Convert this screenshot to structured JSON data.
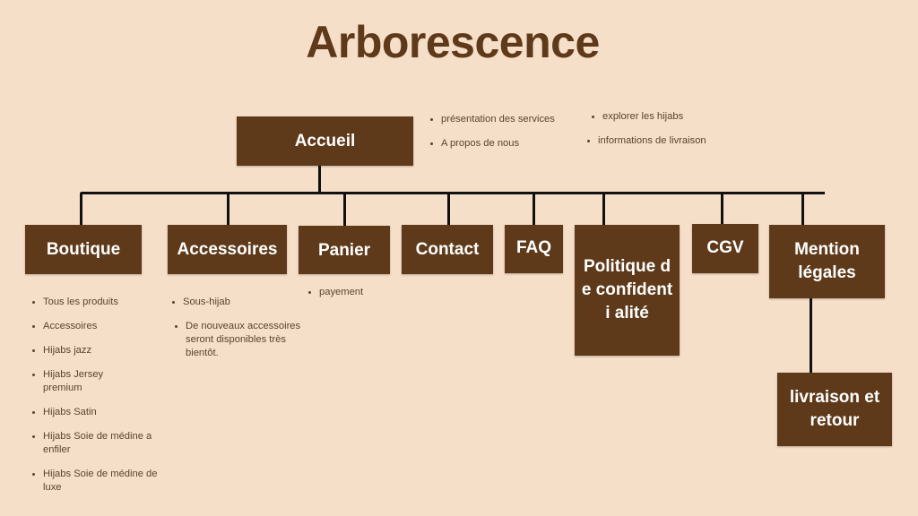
{
  "title": "Arborescence",
  "root": {
    "label": "Accueil",
    "notes_left": [
      "présentation des services",
      "A propos de nous"
    ],
    "notes_right": [
      "explorer les hijabs",
      "informations de livraison"
    ]
  },
  "pages": [
    {
      "id": "boutique",
      "label": "Boutique",
      "notes": [
        "Tous les produits",
        "Accessoires",
        "Hijabs jazz",
        "Hijabs Jersey premium",
        "Hijabs Satin",
        "Hijabs Soie de médine a enfiler",
        "Hijabs Soie de médine de luxe"
      ]
    },
    {
      "id": "accessoires",
      "label": "Accessoires",
      "notes": [
        "Sous-hijab",
        "De nouveaux accessoires seront disponibles très bientôt."
      ]
    },
    {
      "id": "panier",
      "label": "Panier",
      "notes": [
        "payement"
      ]
    },
    {
      "id": "contact",
      "label": "Contact",
      "notes": []
    },
    {
      "id": "faq",
      "label": "FAQ",
      "notes": []
    },
    {
      "id": "politique",
      "label": "Politique de confidenti alité",
      "notes": []
    },
    {
      "id": "cgv",
      "label": "CGV",
      "notes": []
    },
    {
      "id": "mentions",
      "label": "Mention légales",
      "notes": []
    }
  ],
  "subpages": [
    {
      "id": "livraison",
      "parent": "mentions",
      "label": "livraison et retour"
    }
  ],
  "colors": {
    "background": "#f6dfc8",
    "box": "#5e3a1a",
    "box_text": "#ffffff",
    "line": "#111111",
    "title": "#5e3a1a"
  }
}
